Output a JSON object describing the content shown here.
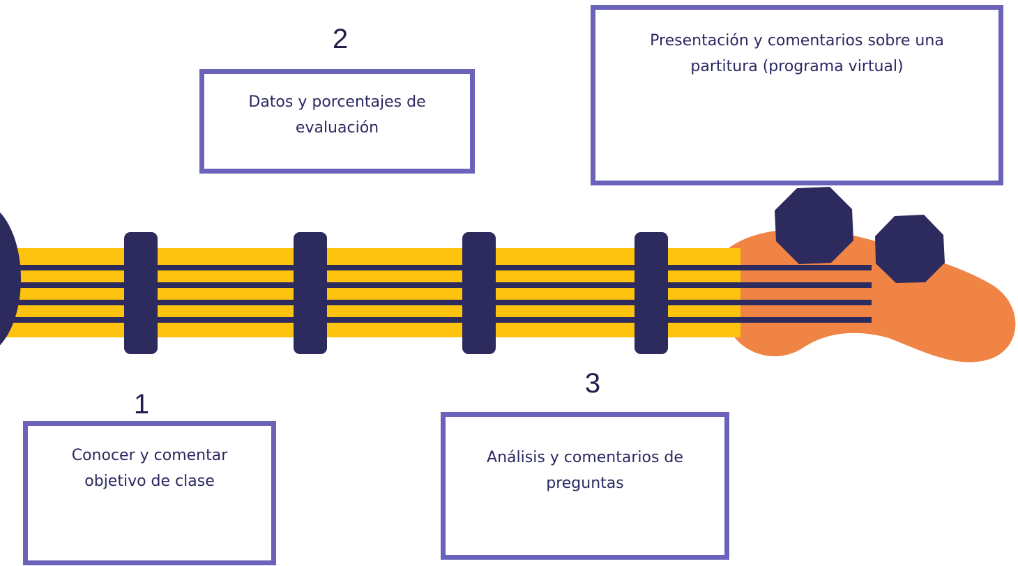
{
  "steps": [
    {
      "number": "1",
      "text": "Conocer y comentar objetivo de clase"
    },
    {
      "number": "2",
      "text": "Datos y porcentajes de evaluación"
    },
    {
      "number": "3",
      "text": "Análisis y comentarios de preguntas"
    },
    {
      "number": "",
      "text": "Presentación y comentarios sobre una partitura (programa virtual)"
    }
  ],
  "colors": {
    "neck": "#fdc30f",
    "strings": "#2d2a5e",
    "frets": "#2d2a5e",
    "body": "#ef8445",
    "tuning_pegs": "#2d2a5e",
    "box_border": "#6a62bb",
    "text": "#2a2860"
  },
  "icons": [
    "guitar-neck-illustration",
    "tuning-peg-icon"
  ]
}
